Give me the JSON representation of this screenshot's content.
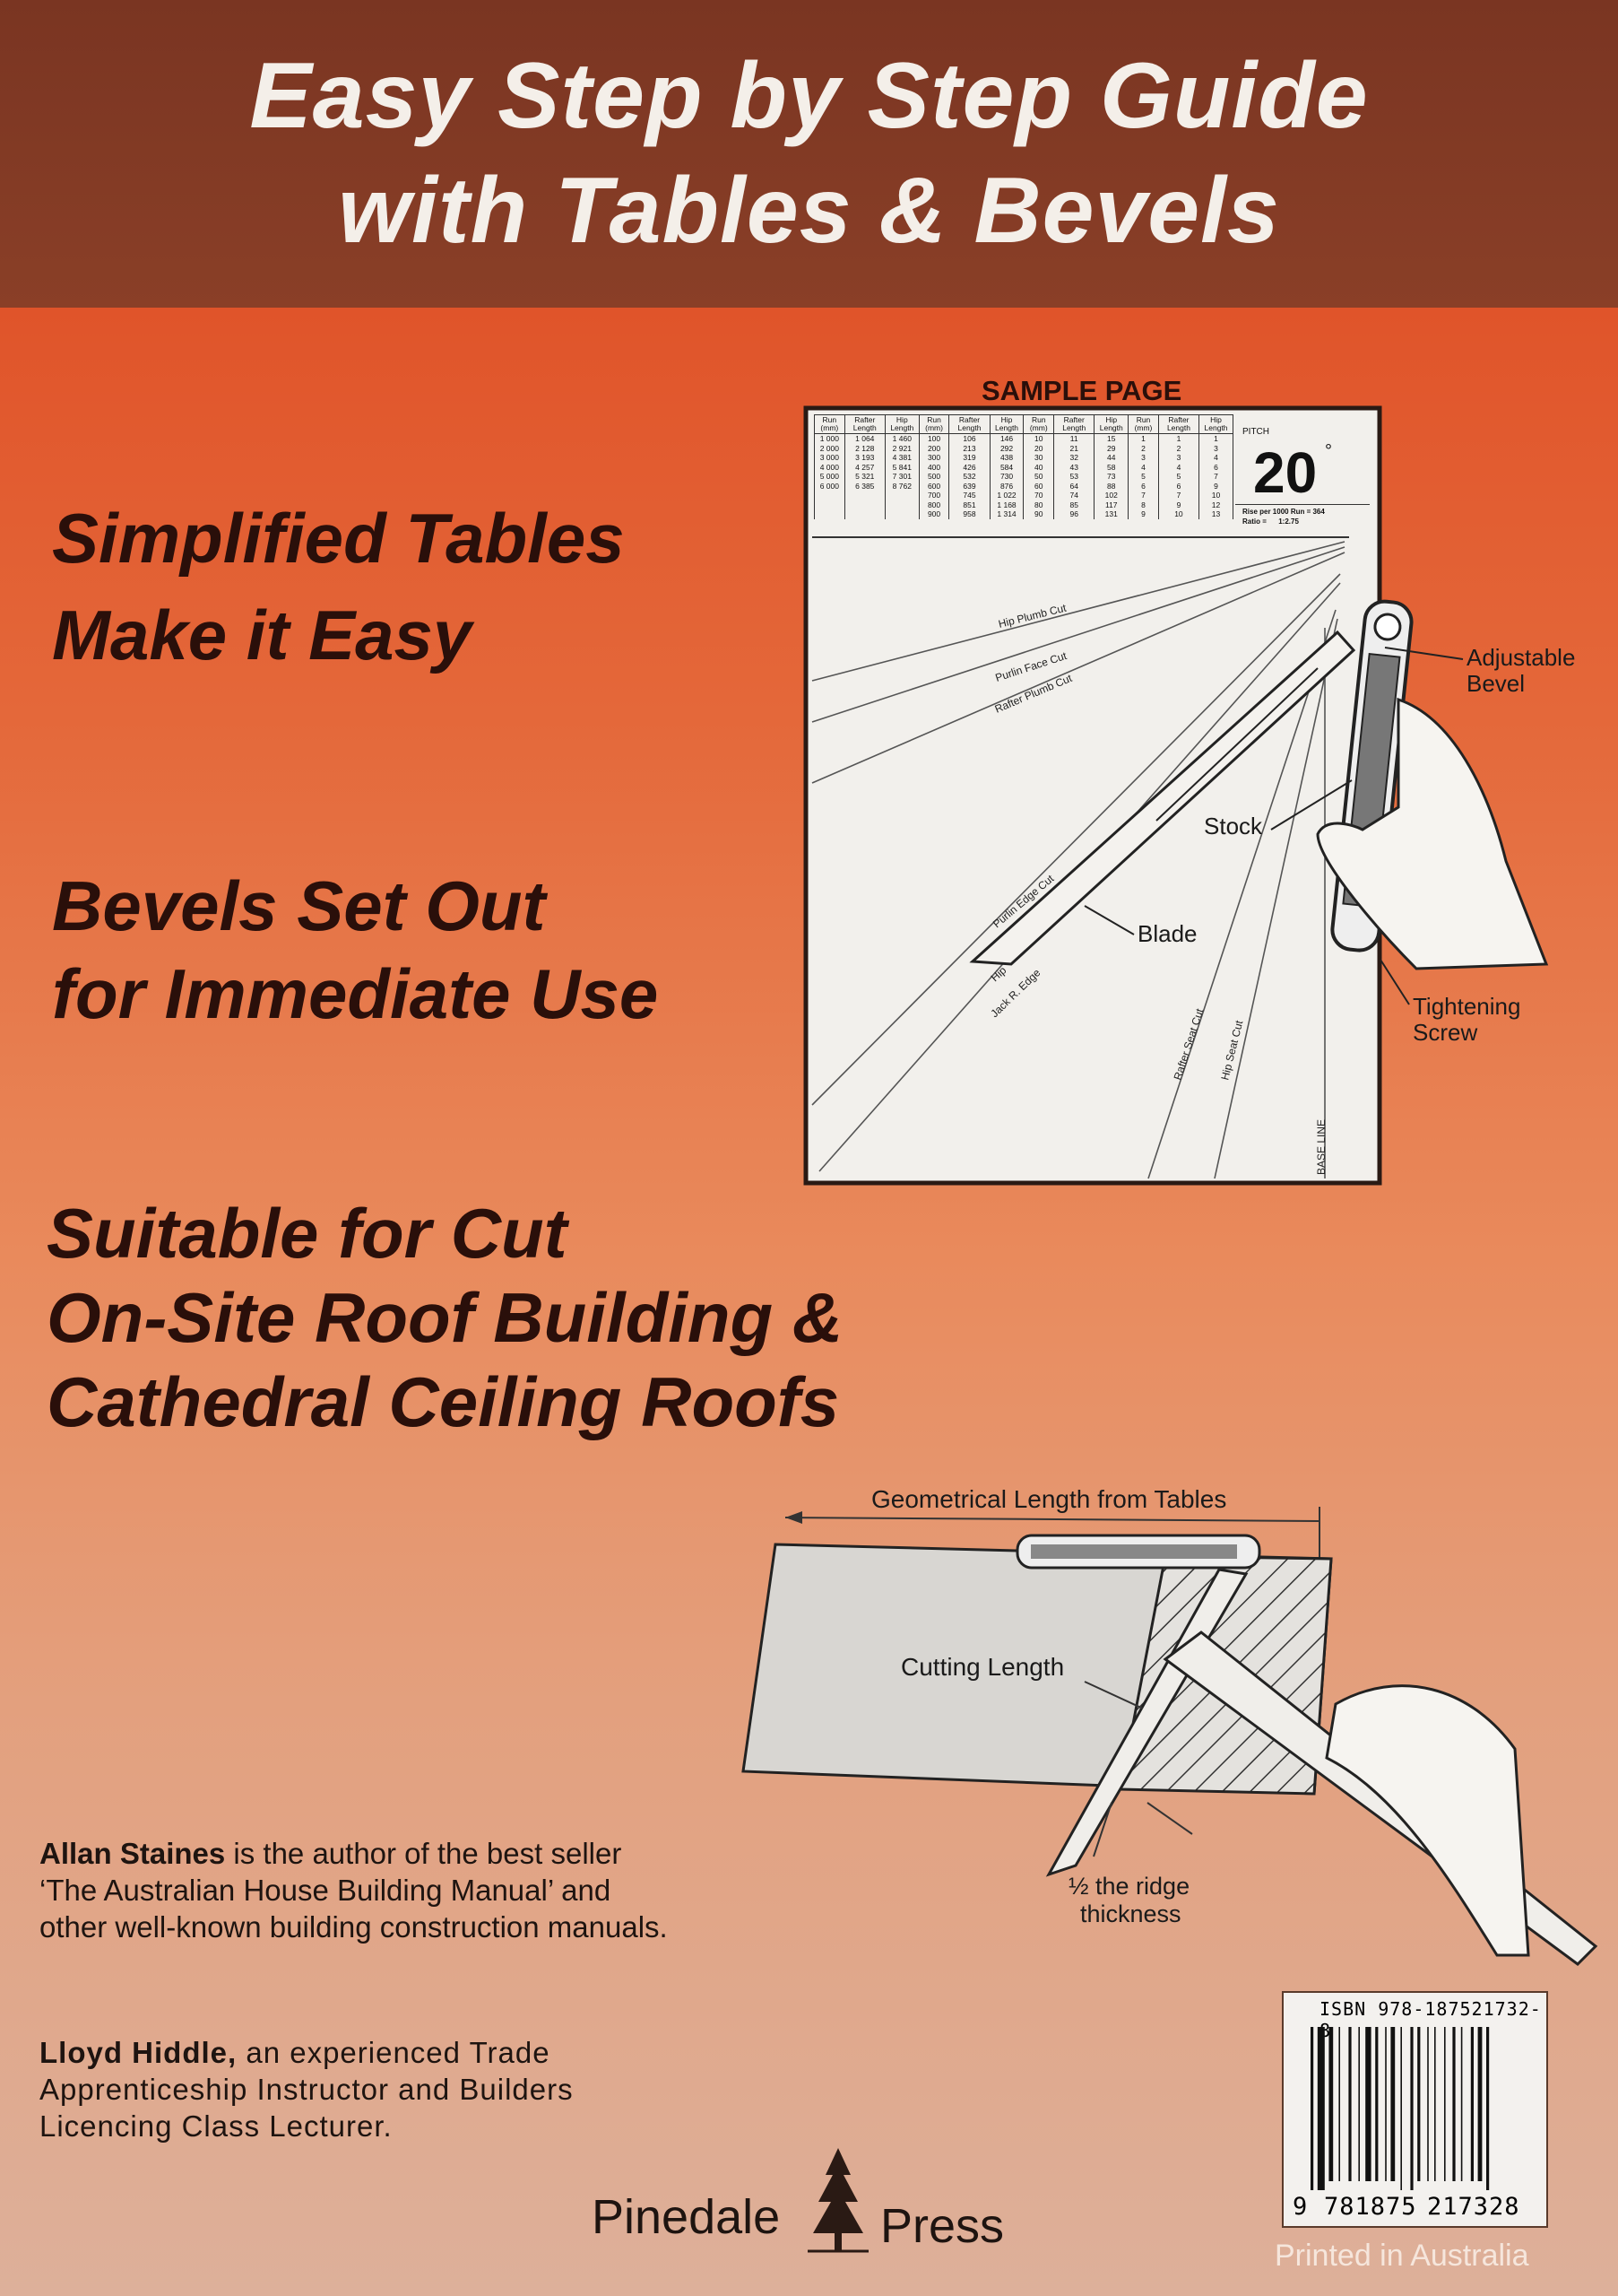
{
  "header": {
    "line1": "Easy Step by Step Guide",
    "line2": "with Tables & Bevels"
  },
  "headings": {
    "h1a": "Simplified Tables",
    "h1b": "Make it Easy",
    "h2a": "Bevels Set Out",
    "h2b": "for Immediate Use",
    "h3a": "Suitable for Cut",
    "h3b": "On-Site Roof Building &",
    "h3c": "Cathedral Ceiling Roofs"
  },
  "sample": {
    "label": "SAMPLE PAGE",
    "headers": [
      "Run (mm)",
      "Rafter Length",
      "Hip Length",
      "Run (mm)",
      "Rafter Length",
      "Hip Length",
      "Run (mm)",
      "Rafter Length",
      "Hip Length",
      "Run (mm)",
      "Rafter Length",
      "Hip Length"
    ],
    "rows": [
      [
        "1 000",
        "1 064",
        "1 460",
        "100",
        "106",
        "146",
        "10",
        "11",
        "15",
        "1",
        "1",
        "1"
      ],
      [
        "2 000",
        "2 128",
        "2 921",
        "200",
        "213",
        "292",
        "20",
        "21",
        "29",
        "2",
        "2",
        "3"
      ],
      [
        "3 000",
        "3 193",
        "4 381",
        "300",
        "319",
        "438",
        "30",
        "32",
        "44",
        "3",
        "3",
        "4"
      ],
      [
        "4 000",
        "4 257",
        "5 841",
        "400",
        "426",
        "584",
        "40",
        "43",
        "58",
        "4",
        "4",
        "6"
      ],
      [
        "5 000",
        "5 321",
        "7 301",
        "500",
        "532",
        "730",
        "50",
        "53",
        "73",
        "5",
        "5",
        "7"
      ],
      [
        "6 000",
        "6 385",
        "8 762",
        "600",
        "639",
        "876",
        "60",
        "64",
        "88",
        "6",
        "6",
        "9"
      ],
      [
        "",
        "",
        "",
        "700",
        "745",
        "1 022",
        "70",
        "74",
        "102",
        "7",
        "7",
        "10"
      ],
      [
        "",
        "",
        "",
        "800",
        "851",
        "1 168",
        "80",
        "85",
        "117",
        "8",
        "9",
        "12"
      ],
      [
        "",
        "",
        "",
        "900",
        "958",
        "1 314",
        "90",
        "96",
        "131",
        "9",
        "10",
        "13"
      ]
    ],
    "pitch_label": "PITCH",
    "pitch_value": "20",
    "pitch_unit": "°",
    "rise_text": "Rise per 1000 Run = 364",
    "ratio_text": "Ratio =      1:2.75",
    "lines": {
      "hip_plumb": "Hip Plumb Cut",
      "purlin_face": "Purlin Face Cut",
      "rafter_plumb": "Rafter Plumb Cut",
      "purlin_edge": "Purlin Edge Cut",
      "hip": "Hip",
      "jack": "Jack R. Edge",
      "rafter_seat": "Rafter Seat Cut",
      "hip_seat": "Hip Seat Cut",
      "base": "BASE LINE"
    },
    "callouts": {
      "stock": "Stock",
      "blade": "Blade",
      "bevel1": "Adjustable",
      "bevel2": "Bevel",
      "screw1": "Tightening",
      "screw2": "Screw"
    }
  },
  "lower_diagram": {
    "geo": "Geometrical Length from Tables",
    "cutting": "Cutting Length",
    "ridge1": "½ the ridge",
    "ridge2": "thickness"
  },
  "authors": {
    "a1_name": "Allan Staines",
    "a1_text": " is the author of the best seller ‘The Australian House Building Manual’ and other well-known building construction manuals.",
    "a2_name": "Lloyd Hiddle,",
    "a2_text": " an experienced Trade Apprenticeship Instructor and Builders Licencing Class Lecturer."
  },
  "publisher": {
    "name_left": "Pinedale",
    "name_right": "Press"
  },
  "isbn": {
    "text": "ISBN 978-187521732-8",
    "digits_first": "9",
    "digits_a": "781875",
    "digits_b": "217328"
  },
  "printed": "Printed in Australia",
  "colors": {
    "header": "#7a3522",
    "orange": "#e0542a",
    "peach": "#ddb09a",
    "heading_text": "#2a0f0a"
  }
}
